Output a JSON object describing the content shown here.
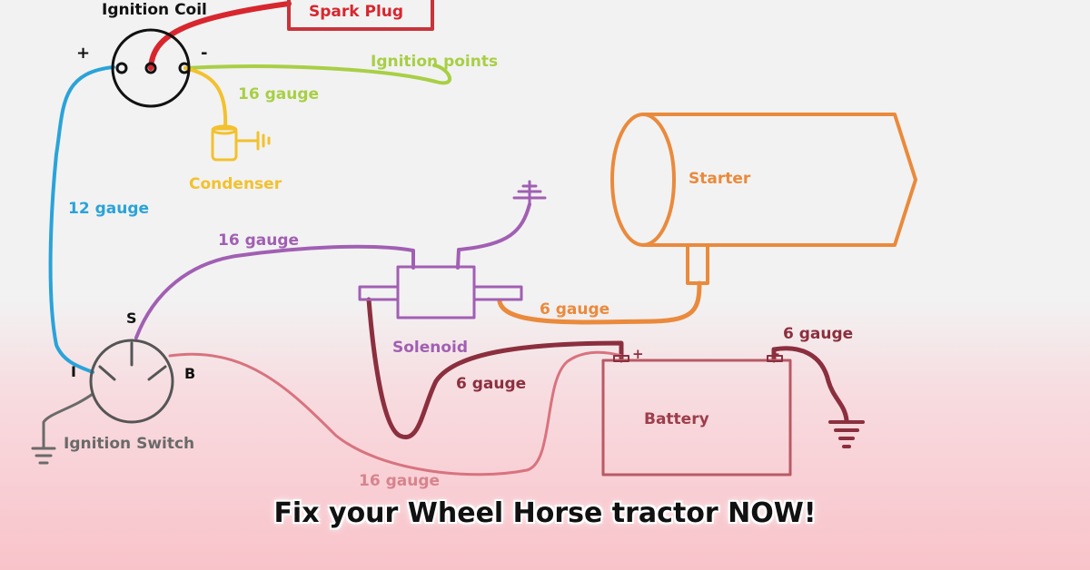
{
  "colors": {
    "red": "#d8262e",
    "green": "#a8cf45",
    "yellow": "#f2c12e",
    "blue": "#2aa3d9",
    "purple": "#a15fb3",
    "orange": "#ea8a3c",
    "maroon": "#8b2f3e",
    "gray": "#585858"
  },
  "labels": {
    "ignition_coil": "Ignition Coil",
    "spark_plug": "Spark Plug",
    "coil_plus": "+",
    "coil_minus": "-",
    "ignition_points": "Ignition points",
    "coil_wire_gauge": "16 gauge",
    "condenser": "Condenser",
    "coil_feed_gauge": "12 gauge",
    "solenoid_trigger_gauge": "16 gauge",
    "starter": "Starter",
    "starter_cable_gauge": "6 gauge",
    "solenoid": "Solenoid",
    "battery_positive_gauge": "6 gauge",
    "battery_ground_gauge": "6 gauge",
    "battery": "Battery",
    "battery_plus": "+",
    "battery_minus": "-",
    "switch_s": "S",
    "switch_i": "I",
    "switch_b": "B",
    "ignition_switch": "Ignition Switch",
    "switch_feed_gauge": "16 gauge"
  },
  "headline": "Fix your Wheel Horse tractor NOW!"
}
